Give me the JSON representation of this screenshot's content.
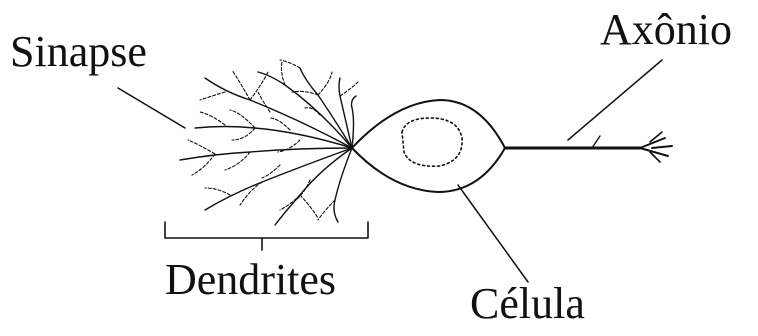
{
  "diagram": {
    "labels": {
      "sinapse": "Sinapse",
      "axonio": "Axônio",
      "dendrites": "Dendrites",
      "celula": "Célula"
    },
    "colors": {
      "ink": "#111111",
      "background": "#ffffff"
    }
  }
}
